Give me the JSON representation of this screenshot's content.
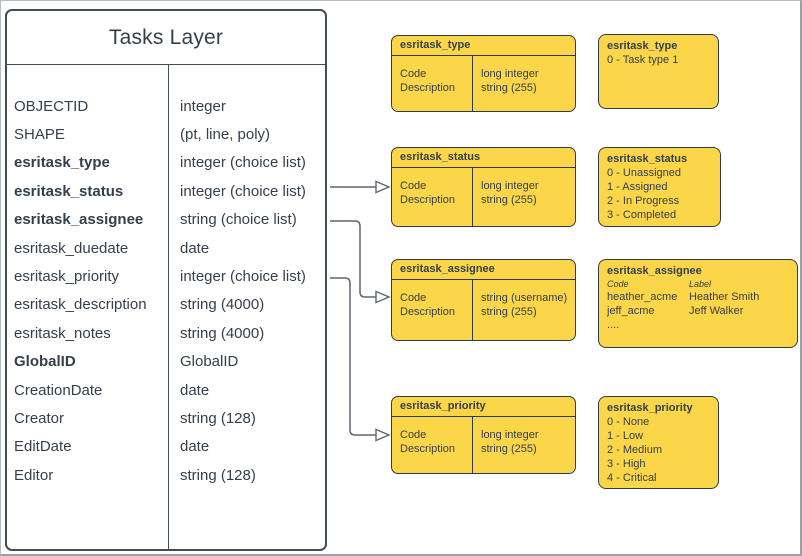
{
  "colors": {
    "box_fill": "#fbd649",
    "box_border": "#2f3b46",
    "text": "#333f4d",
    "connector": "#5d6770"
  },
  "tasks_layer": {
    "title": "Tasks Layer",
    "fields": [
      {
        "name": "OBJECTID",
        "type": "integer"
      },
      {
        "name": "SHAPE",
        "type": "(pt, line, poly)"
      },
      {
        "name": "esritask_type",
        "type": "integer (choice list)"
      },
      {
        "name": "esritask_status",
        "type": "integer (choice list)"
      },
      {
        "name": "esritask_assignee",
        "type": "string (choice list)"
      },
      {
        "name": "esritask_duedate",
        "type": "date"
      },
      {
        "name": "esritask_priority",
        "type": "integer (choice list)"
      },
      {
        "name": "esritask_description",
        "type": "string (4000)"
      },
      {
        "name": "esritask_notes",
        "type": "string (4000)"
      },
      {
        "name": "GlobalID",
        "type": "GlobalID"
      },
      {
        "name": "CreationDate",
        "type": "date"
      },
      {
        "name": "Creator",
        "type": "string (128)"
      },
      {
        "name": "EditDate",
        "type": "date"
      },
      {
        "name": "Editor",
        "type": "string (128)"
      }
    ]
  },
  "code_boxes": [
    {
      "title": "esritask_type",
      "code_label": "Code",
      "desc_label": "Description",
      "code_type": "long integer",
      "desc_type": "string (255)"
    },
    {
      "title": "esritask_status",
      "code_label": "Code",
      "desc_label": "Description",
      "code_type": "long integer",
      "desc_type": "string (255)"
    },
    {
      "title": "esritask_assignee",
      "code_label": "Code",
      "desc_label": "Description",
      "code_type": "string  (username)",
      "desc_type": "string (255)"
    },
    {
      "title": "esritask_priority",
      "code_label": "Code",
      "desc_label": "Description",
      "code_type": "long integer",
      "desc_type": "string (255)"
    }
  ],
  "value_boxes": {
    "type": {
      "title": "esritask_type",
      "values": [
        "0 - Task type 1"
      ]
    },
    "status": {
      "title": "esritask_status",
      "values": [
        "0 - Unassigned",
        "1 - Assigned",
        "2 - In Progress",
        "3 - Completed"
      ]
    },
    "assignee": {
      "title": "esritask_assignee",
      "col_headers": [
        "Code",
        "Label"
      ],
      "entries": [
        {
          "code": "heather_acme",
          "label": "Heather Smith"
        },
        {
          "code": "jeff_acme",
          "label": "Jeff Walker"
        }
      ],
      "more": "...."
    },
    "priority": {
      "title": "esritask_priority",
      "values": [
        "0 - None",
        "1 - Low",
        "2 - Medium",
        "3 - High",
        "4 - Critical"
      ]
    }
  }
}
